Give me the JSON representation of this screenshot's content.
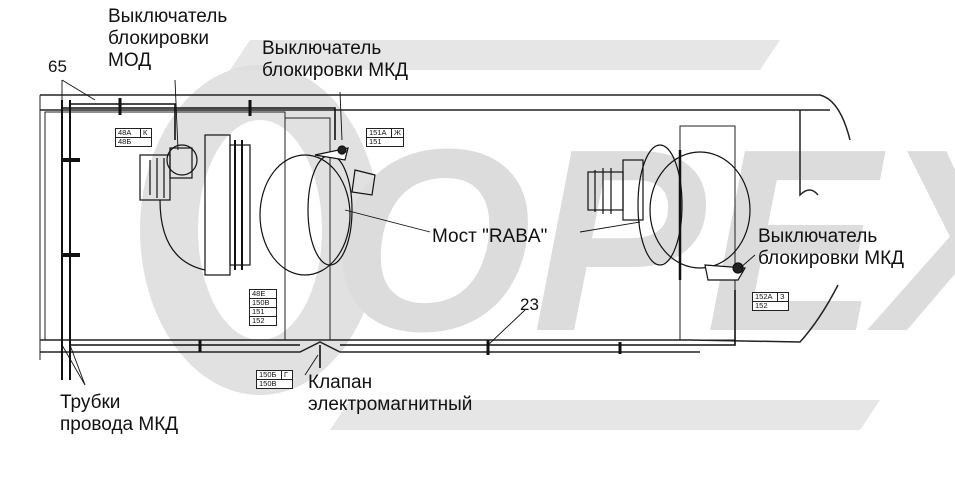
{
  "watermark": {
    "text": "OPEX",
    "color": "#d9d9d9"
  },
  "labels": {
    "switch_mod": [
      "Выключатель",
      "блокировки",
      "МОД"
    ],
    "switch_mkd_top": [
      "Выключатель",
      "блокировки МКД"
    ],
    "switch_mkd_right": [
      "Выключатель",
      "блокировки МКД"
    ],
    "axle": "Мост \"RABA\"",
    "valve": [
      "Клапан",
      "электромагнитный"
    ],
    "tubes": [
      "Трубки",
      "провода МКД"
    ],
    "num_65": "65",
    "num_23": "23"
  },
  "wire_tags": {
    "tag_mod": [
      {
        "code": "48А",
        "suffix": "К"
      },
      {
        "code": "48Б",
        "suffix": ""
      }
    ],
    "tag_top": [
      {
        "code": "151А",
        "suffix": "Ж"
      },
      {
        "code": "151",
        "suffix": ""
      }
    ],
    "tag_mid": [
      {
        "code": "48Е",
        "suffix": ""
      },
      {
        "code": "150В",
        "suffix": ""
      },
      {
        "code": "151",
        "suffix": ""
      },
      {
        "code": "152",
        "suffix": ""
      }
    ],
    "tag_valve": [
      {
        "code": "150Б",
        "suffix": "Г"
      },
      {
        "code": "150В",
        "suffix": ""
      }
    ],
    "tag_right": [
      {
        "code": "152А",
        "suffix": "З"
      },
      {
        "code": "152",
        "suffix": ""
      }
    ]
  }
}
